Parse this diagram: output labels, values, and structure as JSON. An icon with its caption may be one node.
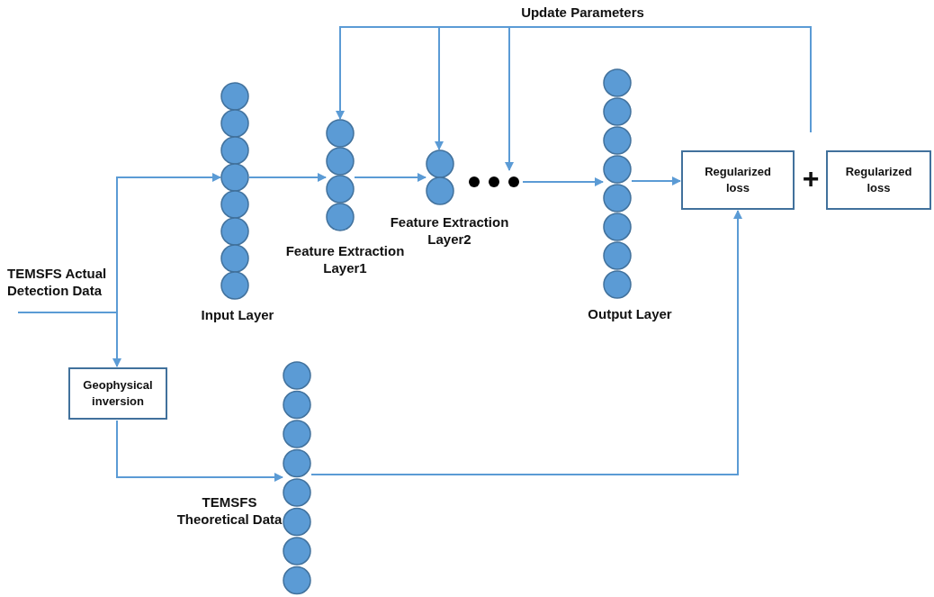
{
  "diagram": {
    "nodes": [
      {
        "text": [
          "TEMSFS Actual Detection Data"
        ]
      },
      {
        "text": [
          "Input Layer"
        ]
      },
      {
        "text": [
          "Feature Extraction Layer1"
        ]
      },
      {
        "text": [
          "Feature Extraction Layer2"
        ]
      },
      {
        "text": [],
        "shape": "circle"
      },
      {
        "text": [
          "Output Layer"
        ]
      },
      {
        "text": [
          "Regularized loss"
        ]
      },
      {
        "text": [
          "Regularized loss"
        ]
      },
      {
        "text": [
          "Geophysical inversion"
        ]
      },
      {
        "text": [
          "TEMSFS Theoretical Data"
        ]
      }
    ],
    "edges": [
      {
        "from": 0,
        "to": 1,
        "arrow": "to"
      },
      {
        "from": 0,
        "to": 8,
        "arrow": "to"
      },
      {
        "from": 1,
        "to": 2,
        "arrow": "to"
      },
      {
        "from": 2,
        "to": 3,
        "arrow": "to"
      },
      {
        "from": 4,
        "to": 5,
        "arrow": "to"
      },
      {
        "from": 5,
        "to": 6,
        "arrow": "to"
      },
      {
        "from": 8,
        "to": 9,
        "arrow": "to"
      },
      {
        "from": 9,
        "to": 6,
        "arrow": "to"
      },
      {
        "from": null,
        "to": 2,
        "arrow": "to"
      },
      {
        "from": null,
        "to": 3,
        "arrow": "to"
      },
      {
        "from": null,
        "to": 4,
        "arrow": "to"
      }
    ],
    "labels": [
      "Update Parameters",
      "+"
    ]
  }
}
